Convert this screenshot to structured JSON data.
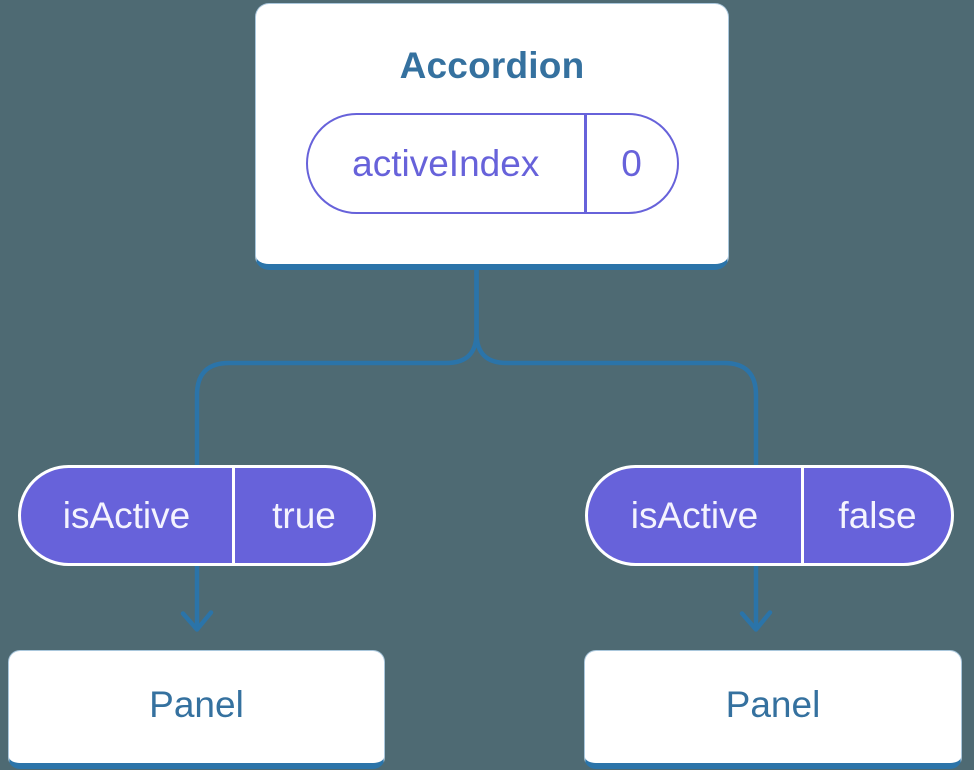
{
  "diagram": {
    "root": {
      "title": "Accordion",
      "state": {
        "name": "activeIndex",
        "value": "0"
      }
    },
    "props": [
      {
        "name": "isActive",
        "value": "true"
      },
      {
        "name": "isActive",
        "value": "false"
      }
    ],
    "children": [
      {
        "title": "Panel"
      },
      {
        "title": "Panel"
      }
    ],
    "colors": {
      "background": "#4e6a73",
      "connector_blue": "#2b74a9",
      "component_text_blue": "#35719f",
      "prop_purple": "#6762da",
      "pill_text_on_purple": "#f4f3fe",
      "card_white": "#ffffff"
    }
  }
}
